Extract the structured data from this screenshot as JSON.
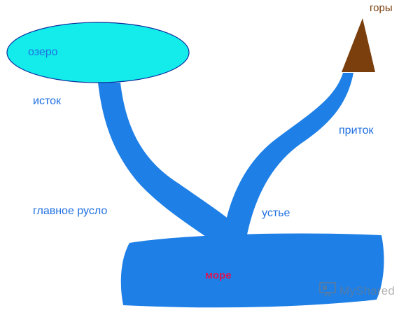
{
  "diagram": {
    "labels": {
      "lake": "озеро",
      "source": "исток",
      "main_channel": "главное русло",
      "mountains": "горы",
      "tributary": "приток",
      "mouth": "устье",
      "sea": "море"
    },
    "colors": {
      "water": "#1e7fe6",
      "lake": "#14ecec",
      "mountain": "#7a3f0d",
      "label_blue": "#1f6fe0",
      "label_brown": "#7a3f0d",
      "sea_label": "#d2195a"
    }
  },
  "watermark": {
    "text": "MyShared",
    "icon": "presentation-board-icon"
  }
}
